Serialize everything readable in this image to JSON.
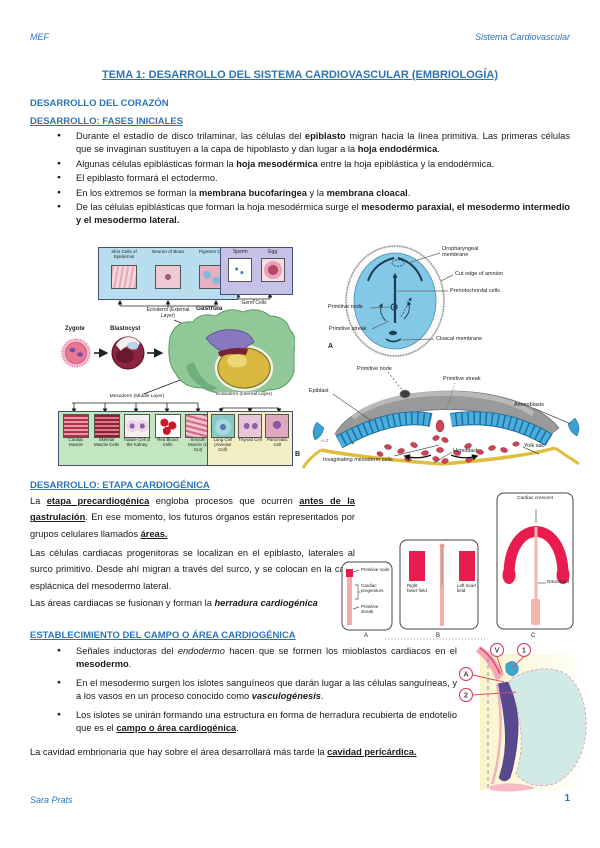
{
  "page": {
    "header_left": "MEF",
    "header_right": "Sistema Cardiovascular",
    "title": "TEMA 1: DESARROLLO DEL SISTEMA CARDIOVASCULAR (EMBRIOLOGÍA)",
    "footer_left": "Sara Prats",
    "page_number": "1"
  },
  "colors": {
    "accent_blue": "#2E74B5",
    "crescent_red": "#E81C4F",
    "figure_pink": "#F5ABA6"
  },
  "sections": {
    "h1": "DESARROLLO DEL CORAZÓN",
    "h2": "DESARROLLO: FASES INICIALES",
    "h3": "DESARROLLO: ETAPA CARDIOGÉNICA",
    "h4": "ESTABLECIMIENTO DEL CAMPO O ÁREA CARDIOGÉNICA",
    "bullets_fases": [
      [
        {
          "t": "Durante el estadío de disco trilaminar, las células del "
        },
        {
          "t": "epiblasto",
          "b": true
        },
        {
          "t": " migran hacia la línea primitiva. Las primeras células que se invaginan sustituyen a la capa de hipoblasto y dan lugar a la "
        },
        {
          "t": "hoja endodérmica",
          "b": true
        },
        {
          "t": "."
        }
      ],
      [
        {
          "t": "Algunas células epiblásticas forman la "
        },
        {
          "t": "hoja mesodérmica",
          "b": true
        },
        {
          "t": " entre la hoja epiblástica y la endodérmica."
        }
      ],
      [
        {
          "t": "El epiblasto formará el ectodermo."
        }
      ],
      [
        {
          "t": "En los extremos se forman la "
        },
        {
          "t": "membrana bucofaríngea",
          "b": true
        },
        {
          "t": " y la "
        },
        {
          "t": "membrana cloacal",
          "b": true
        },
        {
          "t": "."
        }
      ],
      [
        {
          "t": "De las células epiblásticas que forman la hoja mesodérmica surge el "
        },
        {
          "t": "mesodermo paraxial, el mesodermo intermedio y el mesodermo lateral.",
          "b": true
        }
      ]
    ],
    "paragraphs_etapa": [
      [
        {
          "t": "La "
        },
        {
          "t": "etapa precardiogénica",
          "b": true,
          "u": true
        },
        {
          "t": " engloba procesos que ocurren "
        },
        {
          "t": "antes de la gastrulación",
          "b": true,
          "u": true
        },
        {
          "t": ". En ese momento, los futuros órganos están representados por grupos celulares llamados "
        },
        {
          "t": "áreas.",
          "b": true,
          "u": true
        }
      ],
      [
        {
          "t": "Las células cardiacas progenitoras se localizan en el epiblasto, laterales al surco primitivo. Desde ahí migran a través del surco, y se colocan en la capa esplácnica del mesodermo lateral."
        }
      ],
      [
        {
          "t": "Las áreas cardiacas se fusionan y forman la "
        },
        {
          "t": "herradura cardiogénica",
          "b": true,
          "i": true
        }
      ]
    ],
    "bullets_campo": [
      [
        {
          "t": "Señales inductoras del "
        },
        {
          "t": "endodermo",
          "i": true
        },
        {
          "t": " hacen que se formen los mioblastos cardiacos en el "
        },
        {
          "t": "mesodermo",
          "b": true
        },
        {
          "t": "."
        }
      ],
      [
        {
          "t": "En el mesodermo surgen los islotes sanguíneos que darán lugar a las células sanguíneas, y a los vasos en un proceso conocido como "
        },
        {
          "t": "vasculogénesis",
          "b": true,
          "i": true
        },
        {
          "t": "."
        }
      ],
      [
        {
          "t": "Los islotes se unirán formando una estructura en forma de herradura recubierta de endotelio que es el "
        },
        {
          "t": "campo o área cardiogénica",
          "b": true,
          "u": true
        },
        {
          "t": "."
        }
      ]
    ],
    "closing": [
      [
        {
          "t": "La cavidad embrionaria que hay sobre el área desarrollará más tarde la "
        },
        {
          "t": "cavidad pericárdica.",
          "b": true,
          "u": true
        }
      ]
    ]
  },
  "figures": {
    "germ_layers": {
      "ectoderm_items": [
        "Skin Cells of Epidermis",
        "Neuron of Brain",
        "Pigment Cell"
      ],
      "ectoderm_label": "Ectoderm (External Layer)",
      "germ_items": [
        "Sperm",
        "Egg"
      ],
      "germ_label": "Germ Cells",
      "zygote": "Zygote",
      "blastocyst": "Blastocyst",
      "gastrula": "Gastrula",
      "mesoderm_label": "Mesoderm (Middle Layer)",
      "mesoderm_items": [
        "Cardiac Muscle",
        "Skeletal Muscle Cells",
        "Tubule Cell of the Kidney",
        "Red Blood Cells",
        "Smooth Muscle (in Gut)"
      ],
      "endoderm_label": "Endoderm (Internal Layer)",
      "endoderm_items": [
        "Lung Cell (Alveolar Cell)",
        "Thyroid Cell",
        "Pancreatic Cell"
      ]
    },
    "embryo_a": {
      "panel": "A",
      "labels": {
        "oropharyngeal": "Oropharyngeal membrane",
        "amnion": "Cut edge of amnion",
        "prenotochordal": "Prenotochordal cells",
        "node": "Primitive node",
        "streak": "Primitive streak",
        "cloacal": "Cloacal membrane"
      }
    },
    "embryo_b": {
      "panel": "B",
      "corner_mark": "A-Z",
      "labels": {
        "node": "Primitive node",
        "streak": "Primitive streak",
        "epiblast": "Epiblast",
        "amnioblasts": "Amnioblasts",
        "yolk": "Yolk sac",
        "hypoblast": "Hypoblast",
        "invaginating": "Invaginating mesoderm cells"
      }
    },
    "heart_fields": {
      "a": {
        "letter": "A",
        "node": "Primitive node",
        "progenitors": "Cardiac progenitors",
        "streak": "Primitive streak"
      },
      "b": {
        "letter": "B",
        "right": "Right heart field",
        "left": "Left heart field"
      },
      "c": {
        "letter": "C",
        "crescent": "Cardiac crescent",
        "notochord": "Notochord"
      }
    },
    "cardiogenic": {
      "markers": [
        "V",
        "1",
        "A",
        "2"
      ]
    }
  }
}
